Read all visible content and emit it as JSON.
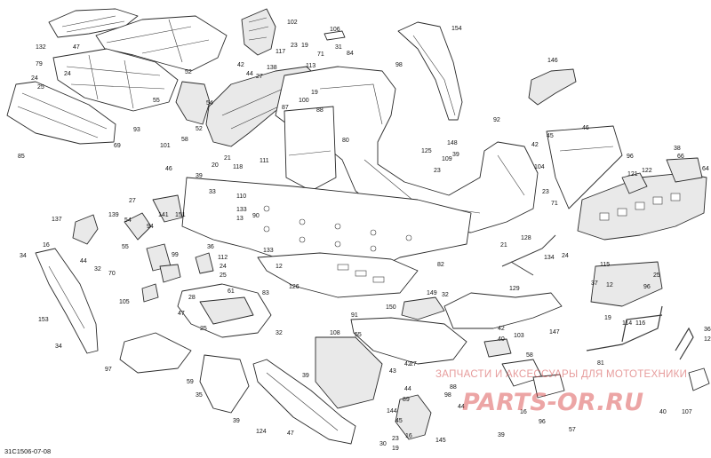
{
  "diagram": {
    "reference": "31C1506-07-08",
    "watermark": {
      "line1": "ЗАПЧАСТИ И АКСЕССУАРЫ ДЛЯ МОТОТЕХНИКИ",
      "line2": "PARTS-OR.RU"
    },
    "callouts": [
      "132",
      "47",
      "79",
      "24",
      "25",
      "24",
      "85",
      "52",
      "55",
      "93",
      "69",
      "102",
      "117",
      "23",
      "19",
      "42",
      "44",
      "138",
      "113",
      "71",
      "27",
      "106",
      "31",
      "84",
      "98",
      "154",
      "146",
      "101",
      "58",
      "54",
      "52",
      "20",
      "21",
      "118",
      "111",
      "110",
      "133",
      "13",
      "100",
      "19",
      "88",
      "87",
      "80",
      "92",
      "148",
      "125",
      "23",
      "109",
      "39",
      "104",
      "42",
      "46",
      "96",
      "45",
      "71",
      "23",
      "66",
      "38",
      "64",
      "121",
      "122",
      "46",
      "39",
      "27",
      "33",
      "90",
      "141",
      "151",
      "137",
      "16",
      "34",
      "44",
      "32",
      "139",
      "55",
      "54",
      "70",
      "99",
      "94",
      "112",
      "24",
      "25",
      "105",
      "36",
      "28",
      "126",
      "133",
      "12",
      "82",
      "21",
      "128",
      "134",
      "24",
      "129",
      "37",
      "115",
      "12",
      "25",
      "96",
      "153",
      "34",
      "97",
      "61",
      "83",
      "47",
      "32",
      "25",
      "91",
      "55",
      "108",
      "149",
      "150",
      "32",
      "147",
      "40",
      "42",
      "103",
      "81",
      "114",
      "116",
      "19",
      "36",
      "12",
      "59",
      "35",
      "39",
      "124",
      "47",
      "39",
      "42",
      "44",
      "89",
      "43",
      "58",
      "27",
      "88",
      "98",
      "44",
      "144",
      "45",
      "96",
      "16",
      "145",
      "30",
      "23",
      "19",
      "39",
      "16",
      "57",
      "40",
      "107"
    ]
  }
}
